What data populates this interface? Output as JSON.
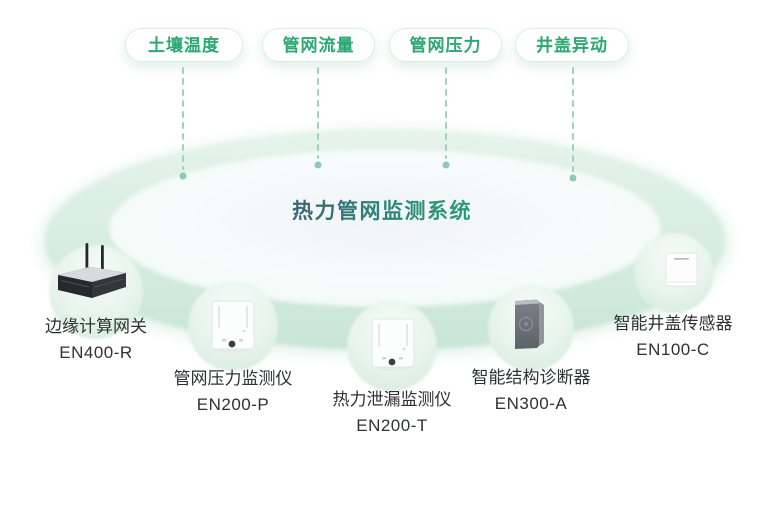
{
  "title": "热力管网监测系统",
  "tags": [
    {
      "label": "土壤温度"
    },
    {
      "label": "管网流量"
    },
    {
      "label": "管网压力"
    },
    {
      "label": "井盖异动"
    }
  ],
  "devices": [
    {
      "name": "边缘计算网关",
      "model": "EN400-R",
      "icon": "edge-gateway-icon"
    },
    {
      "name": "管网压力监测仪",
      "model": "EN200-P",
      "icon": "pressure-monitor-icon"
    },
    {
      "name": "热力泄漏监测仪",
      "model": "EN200-T",
      "icon": "leak-monitor-icon"
    },
    {
      "name": "智能结构诊断器",
      "model": "EN300-A",
      "icon": "structure-diagnoser-icon"
    },
    {
      "name": "智能井盖传感器",
      "model": "EN100-C",
      "icon": "manhole-sensor-icon"
    }
  ],
  "colors": {
    "accent_green": "#2ba873",
    "ring_green": "#d3ebde",
    "title_gradient_start": "#41586b",
    "title_gradient_end": "#28a976",
    "label_text": "#2e3235",
    "connector": "#9ed3bf"
  }
}
